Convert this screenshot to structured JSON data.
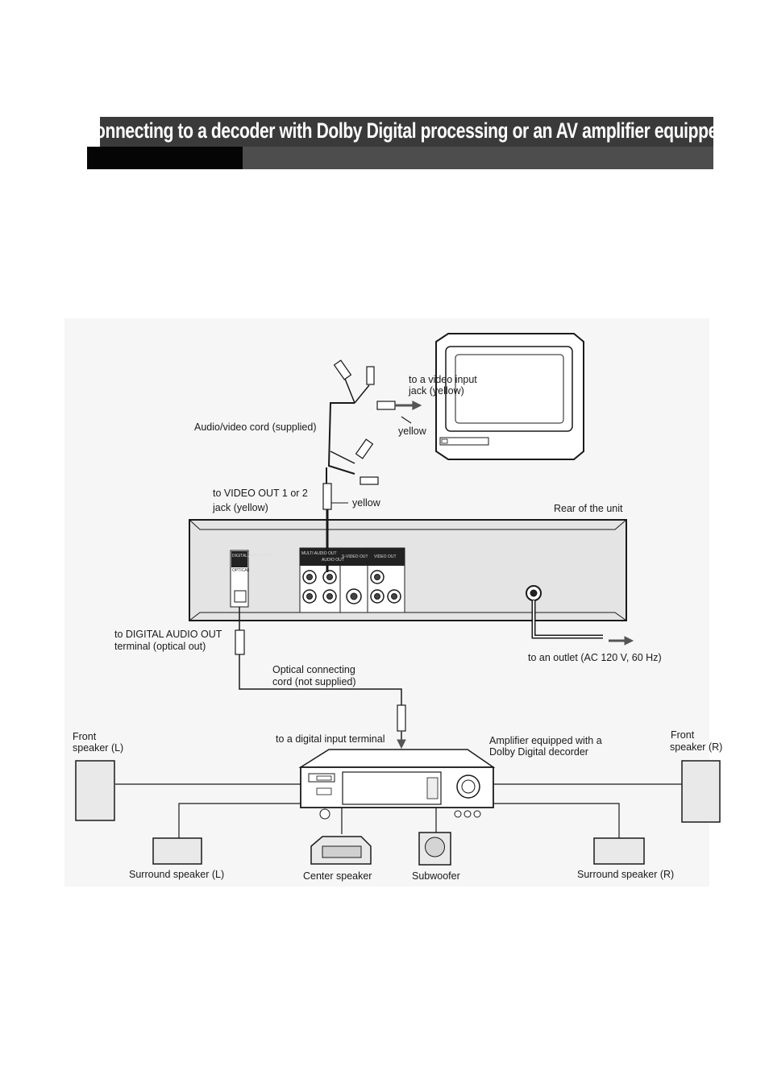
{
  "header": {
    "title": "onnecting to a decoder with Dolby Digital processing or an AV amplifier equipped with a"
  },
  "labels": {
    "video_input": "to a video input",
    "video_input_jack": "jack (yellow)",
    "av_cord": "Audio/video cord (supplied)",
    "yellow_top": "yellow",
    "video_out_line1": "to VIDEO OUT 1 or 2",
    "video_out_line2": "jack (yellow)",
    "yellow_mid": "yellow",
    "rear_unit": "Rear of the unit",
    "digital_out_line1": "to DIGITAL AUDIO OUT",
    "digital_out_line2": "terminal (optical out)",
    "outlet": "to an outlet  (AC 120 V, 60 Hz)",
    "optical_line1": "Optical connecting",
    "optical_line2": "cord (not supplied)",
    "front_l_line1": "Front",
    "front_l_line2": "speaker (L)",
    "digital_input": "to a digital input terminal",
    "amp_line1": "Amplifier equipped with a",
    "amp_line2": "Dolby Digital decorder",
    "front_r_line1": "Front",
    "front_r_line2": "speaker (R)",
    "surround_l": "Surround speaker (L)",
    "center": "Center speaker",
    "subwoofer": "Subwoofer",
    "surround_r": "Surround speaker (R)"
  },
  "panel_labels": {
    "digital_audio_out": "DIGITAL AUDIO OUT",
    "optical": "OPTICAL",
    "multi_audio_out": "MULTI AUDIO OUT",
    "audio_out": "AUDIO OUT",
    "s_video_out": "S-VIDEO OUT",
    "video_out": "VIDEO OUT"
  },
  "colors": {
    "banner": "#3a3a3a",
    "line": "#1a1a1a",
    "panel": "#e6e6e6"
  }
}
